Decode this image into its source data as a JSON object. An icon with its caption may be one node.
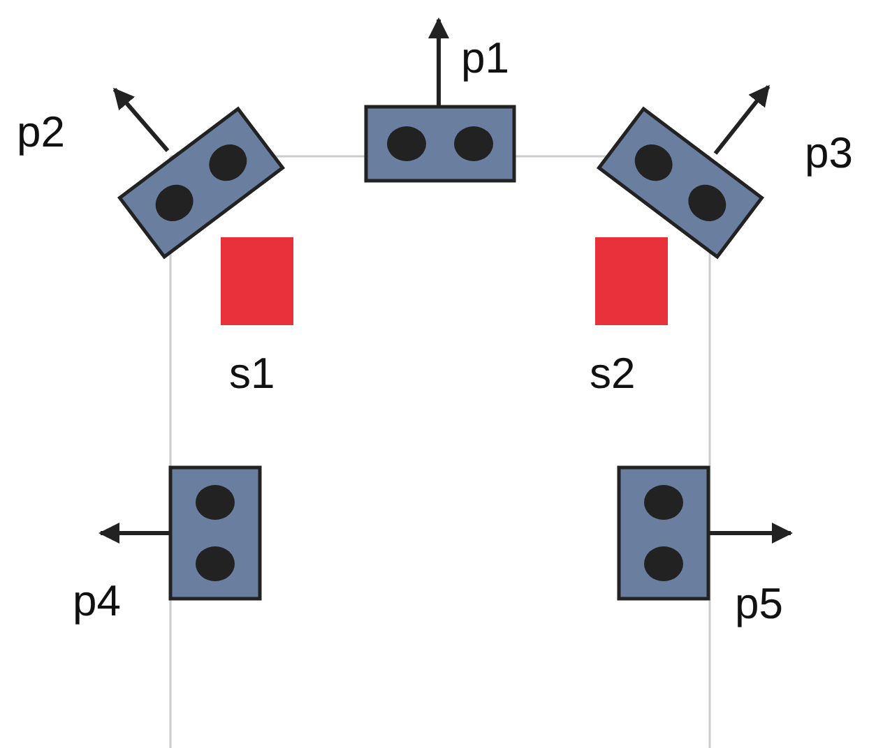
{
  "diagram": {
    "labels": [
      "p1",
      "p2",
      "p3",
      "s1",
      "s2",
      "p4",
      "p5"
    ]
  }
}
